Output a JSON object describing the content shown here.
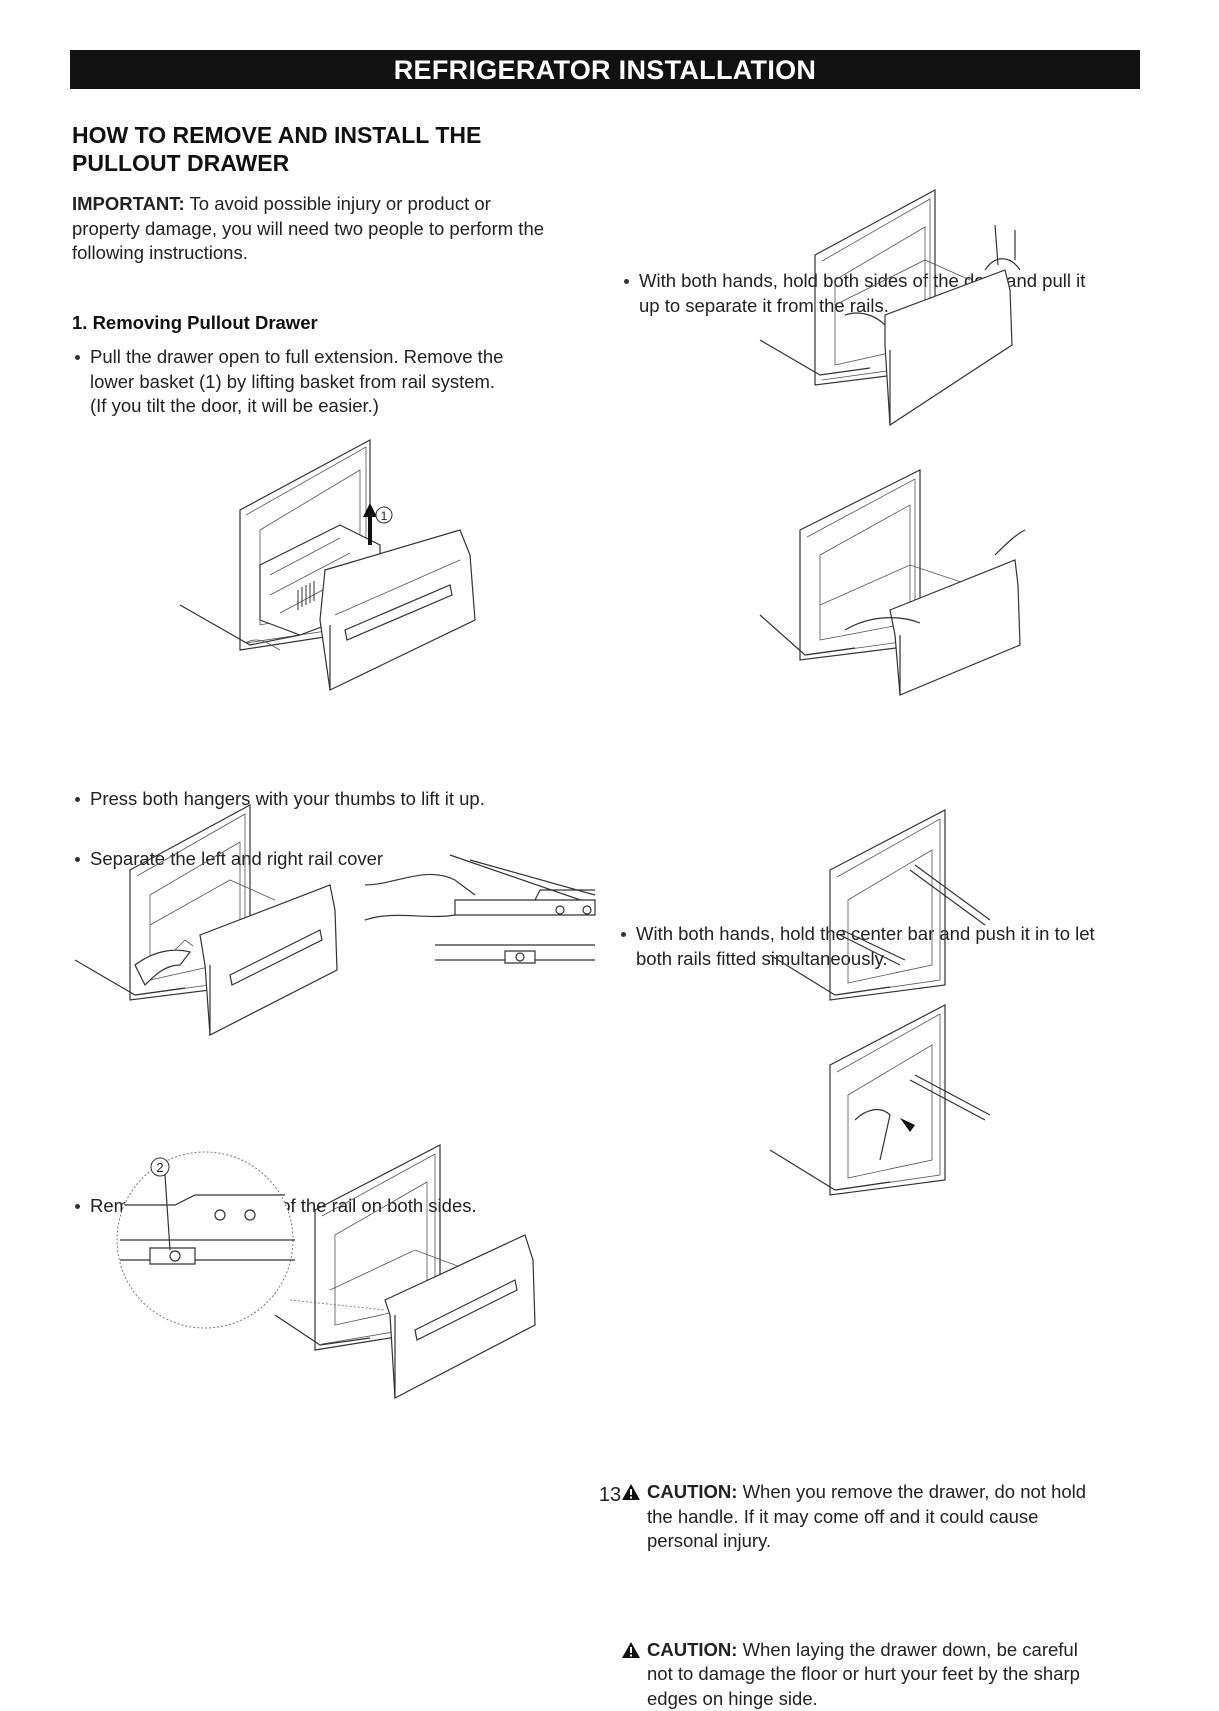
{
  "banner": {
    "title": "REFRIGERATOR INSTALLATION"
  },
  "section": {
    "heading_line1": "HOW TO REMOVE AND INSTALL THE",
    "heading_line2": "PULLOUT DRAWER",
    "important_label": "IMPORTANT:",
    "important_l1": "To avoid possible injury or product or",
    "important_l2": "property damage, you will need two people to perform the",
    "important_l3": "following instructions."
  },
  "step1": {
    "title": "1. Removing Pullout Drawer",
    "b1_l1": "Pull the drawer open to full extension. Remove the",
    "b1_l2": "lower basket (1) by lifting basket from rail system.",
    "b1_l3": "(If you tilt the door, it will be easier.)",
    "callout_1": "1",
    "b2": "Press both hangers with your thumbs to lift it up.",
    "b3": "Separate the left and right rail cover",
    "b4": "Remove the screws(2) of the rail on both sides.",
    "callout_2": "2"
  },
  "right": {
    "b1_l1": "With both hands, hold both sides of the door and pull it",
    "b1_l2": "up to separate it from the rails.",
    "b2_l1": "With both hands, hold the center bar and push it in to let",
    "b2_l2": "both rails fitted simultaneously."
  },
  "cautions": [
    {
      "label": "CAUTION:",
      "l1": "When you remove the drawer, do not hold",
      "l2": "the handle. If it may come off and it could cause",
      "l3": "personal injury."
    },
    {
      "label": "CAUTION:",
      "l1": "When laying the drawer down, be careful",
      "l2": "not to damage the floor or hurt your feet by the sharp",
      "l3": "edges on hinge side."
    }
  ],
  "page": {
    "number": "13"
  }
}
